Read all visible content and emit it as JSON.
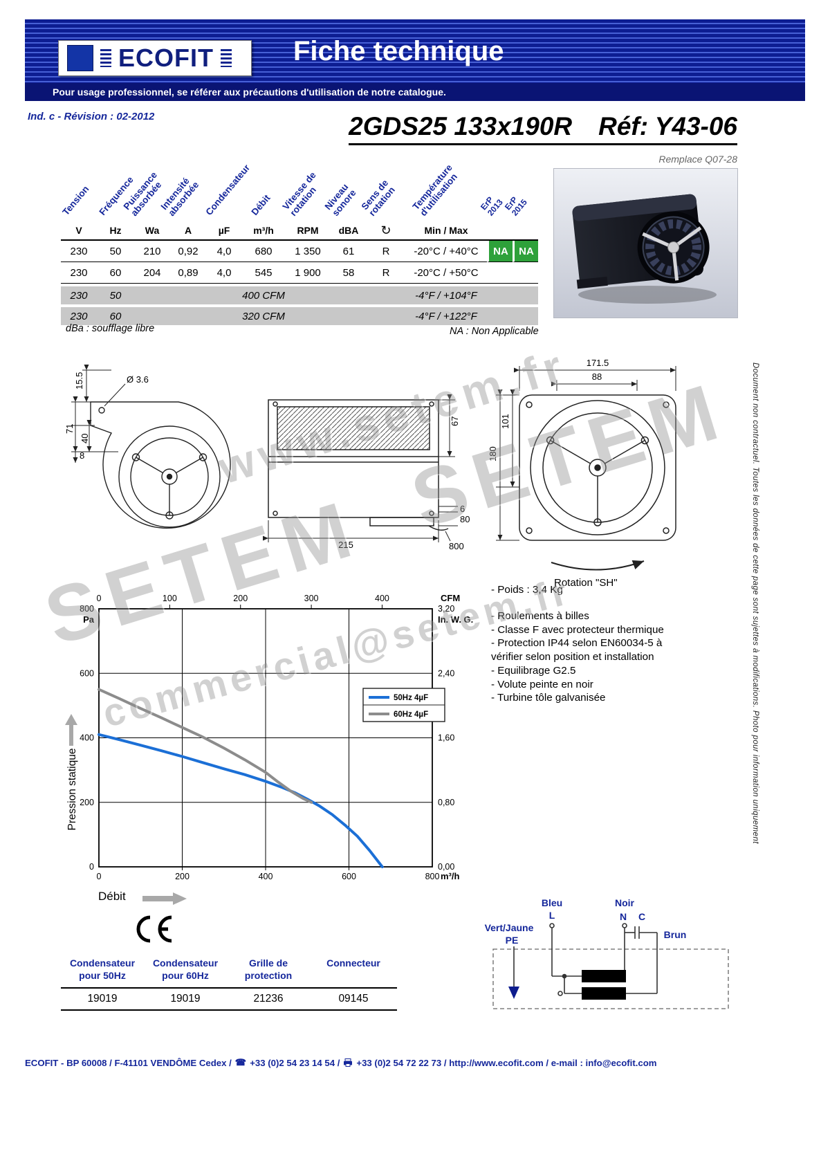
{
  "colors": {
    "accent_blue": "#15279b",
    "header_blue": "#0d1d92",
    "green_na": "#2ea13a",
    "gray_row": "#c8c8c8",
    "series_50hz": "#1b6fd6",
    "series_60hz": "#8c8c8c"
  },
  "header": {
    "logo": "ECOFIT",
    "title": "Fiche technique",
    "notice": "Pour usage professionnel, se référer aux précautions d'utilisation de notre catalogue."
  },
  "doc": {
    "revision": "Ind. c - Révision : 02-2012",
    "model": "2GDS25 133x190R",
    "reference": "Réf: Y43-06",
    "replaces": "Remplace Q07-28",
    "rotation_caption": "Rotation \"SH\"",
    "side_note": "Document non contractuel. Toutes les données de cette page sont sujettes à modifications. Photo pour information uniquement"
  },
  "notes": {
    "dba": "dBa : soufflage libre",
    "na": "NA : Non Applicable"
  },
  "spec_table": {
    "headers": [
      "Tension",
      "Fréquence",
      "Puissance\nabsorbée",
      "Intensité\nabsorbée",
      "Condensateur",
      "Débit",
      "Vitesse de\nrotation",
      "Niveau\nsonore",
      "Sens de\nrotation",
      "Température\nd'utilisation",
      "ErP\n2013",
      "ErP\n2015"
    ],
    "units": [
      "V",
      "Hz",
      "Wa",
      "A",
      "µF",
      "m³/h",
      "RPM",
      "dBA",
      "",
      "Min / Max",
      "",
      ""
    ],
    "rows": [
      {
        "style": "metric",
        "cells": [
          "230",
          "50",
          "210",
          "0,92",
          "4,0",
          "680",
          "1 350",
          "61",
          "R",
          "-20°C / +40°C",
          "NA",
          "NA"
        ]
      },
      {
        "style": "metric",
        "cells": [
          "230",
          "60",
          "204",
          "0,89",
          "4,0",
          "545",
          "1 900",
          "58",
          "R",
          "-20°C / +50°C",
          "",
          ""
        ]
      },
      {
        "style": "imperial",
        "cells": [
          "230",
          "50",
          "",
          "",
          "",
          "400 CFM",
          "",
          "",
          "",
          "-4°F / +104°F",
          "",
          ""
        ]
      },
      {
        "style": "imperial",
        "cells": [
          "230",
          "60",
          "",
          "",
          "",
          "320 CFM",
          "",
          "",
          "",
          "-4°F / +122°F",
          "",
          ""
        ]
      }
    ]
  },
  "drawings": {
    "side_view": {
      "dim_top": "15.5",
      "dim_hole": "Ø 3.6",
      "dim_h1": "71",
      "dim_h2": "40",
      "dim_h3": "8"
    },
    "front_view": {
      "dim_right": "67",
      "dim_out1": "6",
      "dim_out2": "80",
      "dim_width": "215",
      "dim_cable": "800"
    },
    "inlet_view": {
      "dim_top": "171.5",
      "dim_top2": "88",
      "dim_left1": "101",
      "dim_left2": "180"
    }
  },
  "features": {
    "weight": "- Poids : 3,4 Kg",
    "items": [
      "- Roulements à billes",
      "- Classe F avec protecteur thermique",
      "- Protection IP44 selon EN60034-5 à vérifier selon position et installation",
      "- Equilibrage G2.5",
      "- Volute peinte en noir",
      "- Turbine tôle galvanisée"
    ]
  },
  "chart_data": {
    "type": "line",
    "xlim": [
      0,
      800
    ],
    "ylim": [
      0,
      800
    ],
    "x_bottom_ticks": [
      0,
      200,
      400,
      600,
      800
    ],
    "x_top_ticks": [
      0,
      100,
      200,
      300,
      400
    ],
    "y_left_ticks": [
      0,
      200,
      400,
      600,
      800
    ],
    "y_right_ticks": [
      "0,00",
      "0,80",
      "1,60",
      "2,40",
      "3,20"
    ],
    "cfm_to_m3h": 1.699,
    "units": {
      "top": "CFM",
      "bottom": "m³/h",
      "left": "Pa",
      "right": "In. W. G."
    },
    "axis_titles": {
      "left": "Pression statique",
      "bottom": "Débit"
    },
    "grid": true,
    "legend_position": "upper-right",
    "series": [
      {
        "name": "50Hz 4µF",
        "color": "#1b6fd6",
        "x": [
          0,
          50,
          100,
          150,
          200,
          250,
          300,
          350,
          400,
          440,
          470,
          500,
          530,
          560,
          590,
          620,
          650,
          680
        ],
        "y": [
          410,
          394,
          377,
          360,
          342,
          323,
          304,
          286,
          265,
          246,
          230,
          210,
          188,
          162,
          130,
          95,
          50,
          0
        ]
      },
      {
        "name": "60Hz 4µF",
        "color": "#8c8c8c",
        "x": [
          0,
          50,
          100,
          150,
          200,
          250,
          300,
          350,
          400,
          430,
          460,
          490,
          510
        ],
        "y": [
          550,
          521,
          491,
          462,
          432,
          402,
          368,
          332,
          293,
          263,
          235,
          212,
          200
        ]
      }
    ]
  },
  "wiring": {
    "bleu": "Bleu",
    "l": "L",
    "noir": "Noir",
    "n": "N",
    "c": "C",
    "vert_jaune": "Vert/Jaune",
    "pe": "PE",
    "brun": "Brun"
  },
  "accessories": {
    "items": [
      {
        "label": "Condensateur\npour 50Hz",
        "value": "19019"
      },
      {
        "label": "Condensateur\npour 60Hz",
        "value": "19019"
      },
      {
        "label": "Grille de\nprotection",
        "value": "21236"
      },
      {
        "label": "Connecteur",
        "value": "09145"
      }
    ]
  },
  "footer": {
    "part1": "ECOFIT - BP 60008 / F-41101 VENDÔME Cedex /",
    "phone": "+33 (0)2 54 23 14 54 /",
    "fax": "+33 (0)2 54 72 22 73 / http://www.ecofit.com / e-mail : info@ecofit.com"
  },
  "watermarks": {
    "url": "www.setem.fr",
    "brand": "SETEM",
    "email": "commercial@setem.fr"
  }
}
